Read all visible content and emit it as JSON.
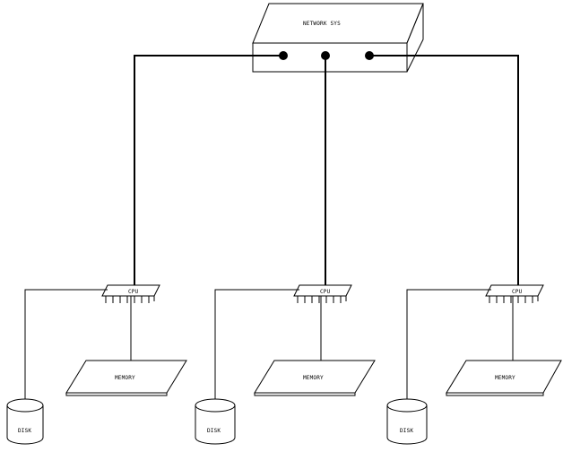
{
  "network": {
    "label": "NETWORK SYS"
  },
  "nodes": [
    {
      "cpu_label": "CPU",
      "memory_label": "MEMORY",
      "disk_label": "DISK"
    },
    {
      "cpu_label": "CPU",
      "memory_label": "MEMORY",
      "disk_label": "DISK"
    },
    {
      "cpu_label": "CPU",
      "memory_label": "MEMORY",
      "disk_label": "DISK"
    }
  ]
}
